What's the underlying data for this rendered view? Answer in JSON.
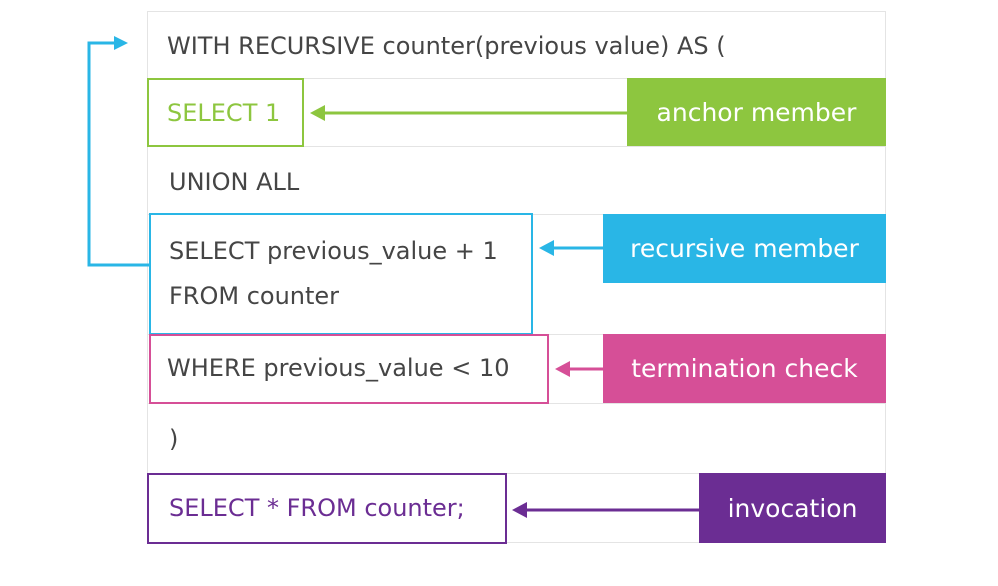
{
  "colors": {
    "anchor": "#8dc63f",
    "recursive": "#29b6e6",
    "termination": "#d64f97",
    "invocation": "#6b2d93",
    "code_text": "#454545"
  },
  "lines": {
    "with_clause": "WITH RECURSIVE counter(previous value) AS (",
    "anchor_select": "SELECT 1",
    "union_all": "UNION ALL",
    "recursive_select": "SELECT previous_value + 1",
    "recursive_from": "FROM counter",
    "termination_where": "WHERE previous_value < 10",
    "closing_paren": ")",
    "invocation_select": "SELECT * FROM counter;"
  },
  "labels": {
    "anchor": "anchor member",
    "recursive": "recursive member",
    "termination": "termination check",
    "invocation": "invocation"
  }
}
